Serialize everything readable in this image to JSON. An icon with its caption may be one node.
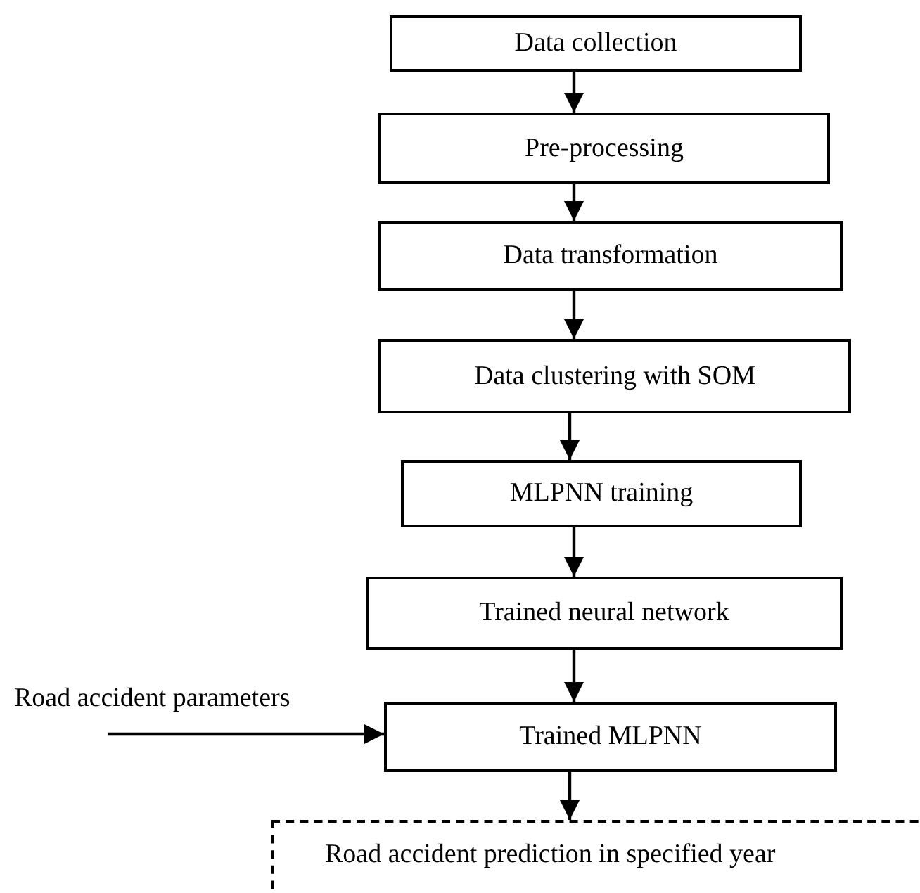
{
  "diagram": {
    "nodes": [
      {
        "text": [
          "Data collection"
        ]
      },
      {
        "text": [
          "Pre-processing"
        ]
      },
      {
        "text": [
          "Data transformation"
        ]
      },
      {
        "text": [
          "Data clustering with SOM"
        ]
      },
      {
        "text": [
          "MLPNN training"
        ]
      },
      {
        "text": [
          "Trained neural network"
        ]
      },
      {
        "text": [
          "Trained MLPNN"
        ]
      },
      {
        "text": [
          "Road accident prediction in specified year"
        ]
      }
    ],
    "edges": [
      {
        "from": 0,
        "to": 1,
        "arrow": "to"
      },
      {
        "from": 1,
        "to": 2,
        "arrow": "to"
      },
      {
        "from": 2,
        "to": 3,
        "arrow": "to"
      },
      {
        "from": 3,
        "to": 4,
        "arrow": "to"
      },
      {
        "from": 4,
        "to": 5,
        "arrow": "to"
      },
      {
        "from": 5,
        "to": 6,
        "arrow": "to"
      },
      {
        "from": null,
        "to": 6,
        "arrow": "to",
        "label": "Road accident parameters"
      },
      {
        "from": 6,
        "to": 7,
        "arrow": "to"
      }
    ]
  }
}
